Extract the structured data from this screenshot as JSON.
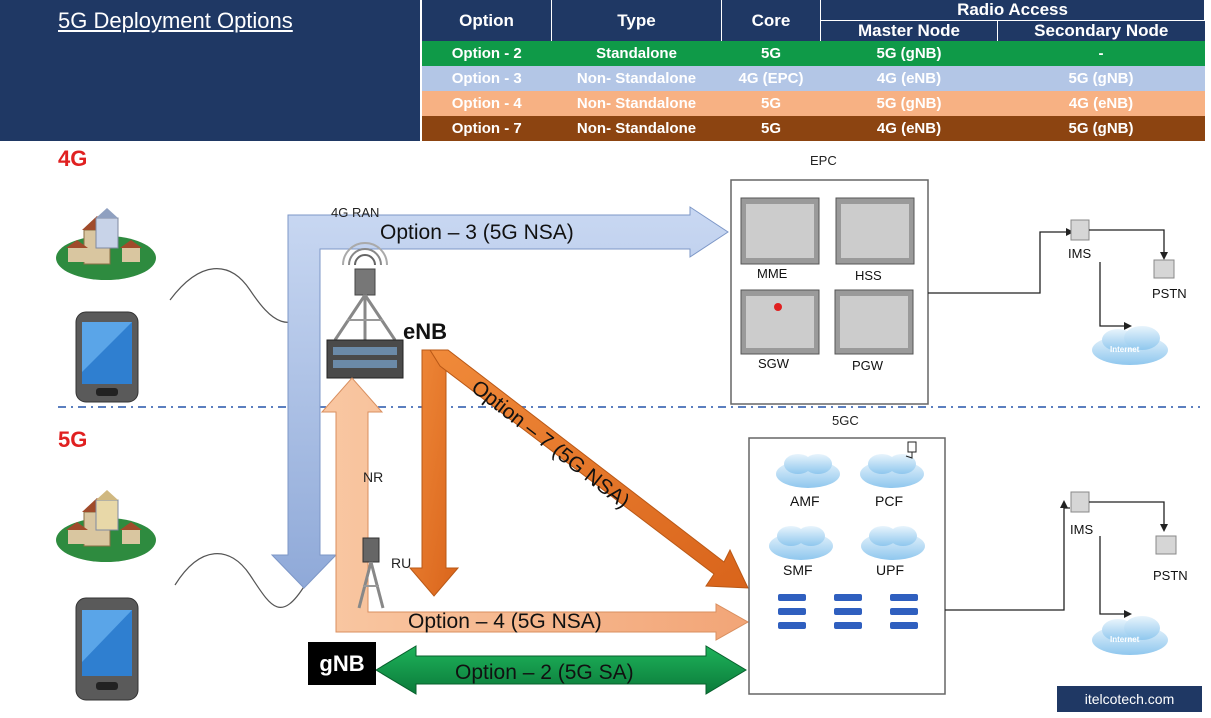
{
  "header": {
    "title": "5G Deployment Options"
  },
  "table": {
    "columns": {
      "option": "Option",
      "type": "Type",
      "core": "Core",
      "radio_access": "Radio Access",
      "master": "Master Node",
      "secondary": "Secondary Node"
    },
    "rows": [
      {
        "option": "Option - 2",
        "type": "Standalone",
        "core": "5G",
        "master": "5G (gNB)",
        "secondary": "-"
      },
      {
        "option": "Option - 3",
        "type": "Non- Standalone",
        "core": "4G (EPC)",
        "master": "4G (eNB)",
        "secondary": "5G (gNB)"
      },
      {
        "option": "Option - 4",
        "type": "Non- Standalone",
        "core": "5G",
        "master": "5G (gNB)",
        "secondary": "4G (eNB)"
      },
      {
        "option": "Option - 7",
        "type": "Non- Standalone",
        "core": "5G",
        "master": "4G (eNB)",
        "secondary": "5G (gNB)"
      }
    ]
  },
  "diagram": {
    "label_4g": "4G",
    "label_5g": "5G",
    "ran_label": "4G RAN",
    "enb_label": "eNB",
    "gnb_label": "gNB",
    "nr_label": "NR",
    "ru_label": "RU",
    "epc": {
      "title": "EPC",
      "mme": "MME",
      "hss": "HSS",
      "sgw": "SGW",
      "pgw": "PGW"
    },
    "fivegc": {
      "title": "5GC",
      "amf": "AMF",
      "pcf": "PCF",
      "smf": "SMF",
      "upf": "UPF"
    },
    "ims_top": "IMS",
    "pstn_top": "PSTN",
    "internet_top": "Internet",
    "ims_bottom": "IMS",
    "pstn_bottom": "PSTN",
    "internet_bottom": "Internet",
    "arrows": {
      "opt3": "Option – 3 (5G NSA)",
      "opt7": "Option – 7 (5G NSA)",
      "opt4": "Option – 4 (5G NSA)",
      "opt2": "Option – 2 (5G SA)"
    }
  },
  "footer": {
    "brand": "itelcotech.com"
  },
  "colors": {
    "navy": "#1f3864",
    "green": "#0f9a48",
    "lightblue": "#b3c6e6",
    "peach": "#f7b183",
    "brown": "#8c4411",
    "orange": "#ed7d31",
    "red": "#e02020"
  }
}
